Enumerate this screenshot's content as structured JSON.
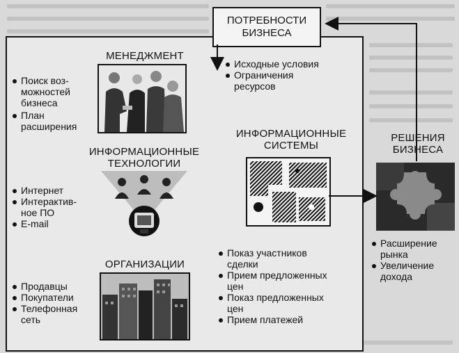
{
  "center": {
    "title": "ПОТРЕБНОСТИ\nБИЗНЕСА",
    "items": [
      "Исходные условия",
      "Ограничения\nресурсов"
    ]
  },
  "management": {
    "title": "МЕНЕДЖМЕНТ",
    "items": [
      "Поиск воз-\nможностей\nбизнеса",
      "План\nрасширения"
    ]
  },
  "it": {
    "title": "ИНФОРМАЦИОННЫЕ\nТЕХНОЛОГИИ",
    "items": [
      "Интернет",
      "Интерактив-\nное ПО",
      "E-mail"
    ]
  },
  "is": {
    "title": "ИНФОРМАЦИОННЫЕ\nСИСТЕМЫ",
    "items": [
      "Показ участников\nсделки",
      "Прием предложенных\nцен",
      "Показ предложенных\nцен",
      "Прием платежей"
    ]
  },
  "org": {
    "title": "ОРГАНИЗАЦИИ",
    "items": [
      "Продавцы",
      "Покупатели",
      "Телефонная\nсеть"
    ]
  },
  "decisions": {
    "title": "РЕШЕНИЯ\nБИЗНЕСА",
    "items": [
      "Расширение\nрынка",
      "Увеличение\nдохода"
    ]
  }
}
